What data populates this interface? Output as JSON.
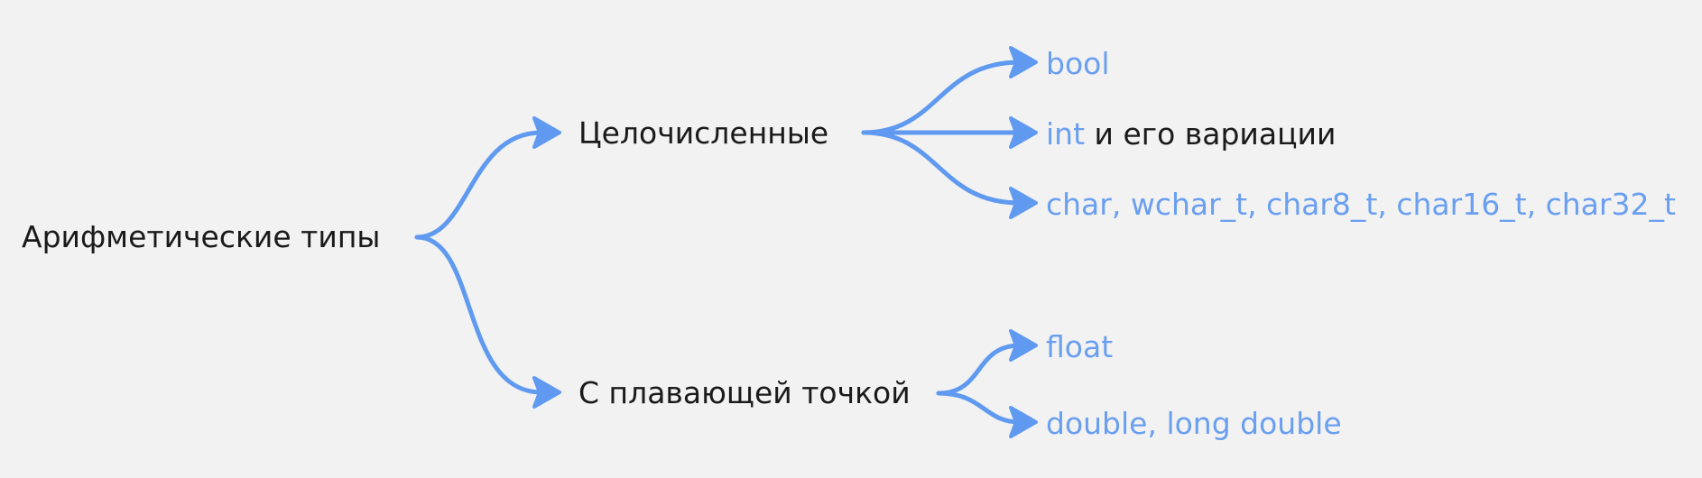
{
  "colors": {
    "background": "#f2f2f2",
    "edge": "#5f9af0",
    "type_text": "#6a9ff0",
    "label_text": "#1a1a1a"
  },
  "diagram": {
    "root": {
      "label": "Арифметические типы"
    },
    "branches": [
      {
        "label": "Целочисленные",
        "children": [
          {
            "code": "bool",
            "suffix": ""
          },
          {
            "code": "int",
            "suffix": " и его вариации"
          },
          {
            "code": "char, wchar_t, char8_t, char16_t, char32_t",
            "suffix": ""
          }
        ]
      },
      {
        "label": "С плавающей точкой",
        "children": [
          {
            "code": "float",
            "suffix": ""
          },
          {
            "code": "double, long double",
            "suffix": ""
          }
        ]
      }
    ]
  }
}
